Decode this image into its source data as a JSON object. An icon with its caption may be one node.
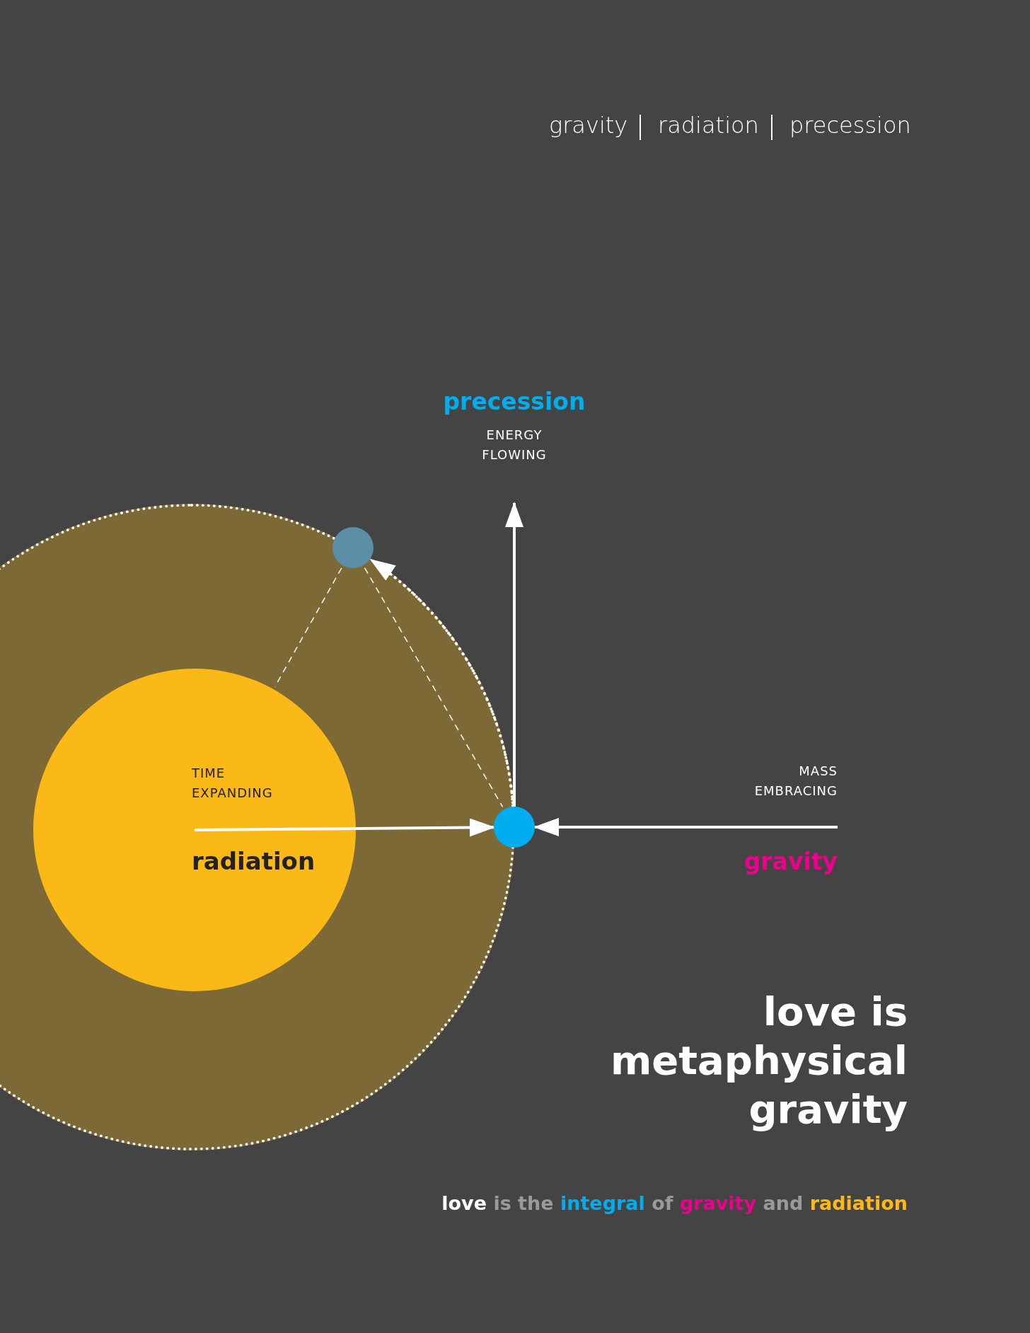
{
  "diagram": {
    "title": "love is metaphysical gravity",
    "caption": "love is the integral of gravity and radiation",
    "nodes": [
      {
        "text": [],
        "shape": "circle"
      },
      {
        "text": [
          "TIME EXPANDING",
          "radiation"
        ],
        "in": 0
      },
      {
        "text": [],
        "shape": "circle",
        "in": 0
      },
      {
        "text": [],
        "shape": "circle"
      },
      {
        "text": [
          "precession",
          "ENERGY FLOWING"
        ]
      },
      {
        "text": [
          "MASS EMBRACING",
          "gravity"
        ]
      }
    ],
    "edges": [
      {
        "from": 1,
        "to": 3,
        "arrow": "to"
      },
      {
        "from": 5,
        "to": 3,
        "arrow": "to"
      },
      {
        "from": 3,
        "to": 4,
        "arrow": "to"
      },
      {
        "from": 3,
        "to": 2,
        "arrow": "to",
        "style": "dashed"
      },
      {
        "from": 2,
        "to": 1,
        "arrow": "none",
        "style": "dashed"
      },
      {
        "from": 2,
        "to": 3,
        "arrow": "none",
        "style": "dashed"
      }
    ],
    "labels": [
      "gravity",
      "radiation",
      "precession"
    ]
  }
}
